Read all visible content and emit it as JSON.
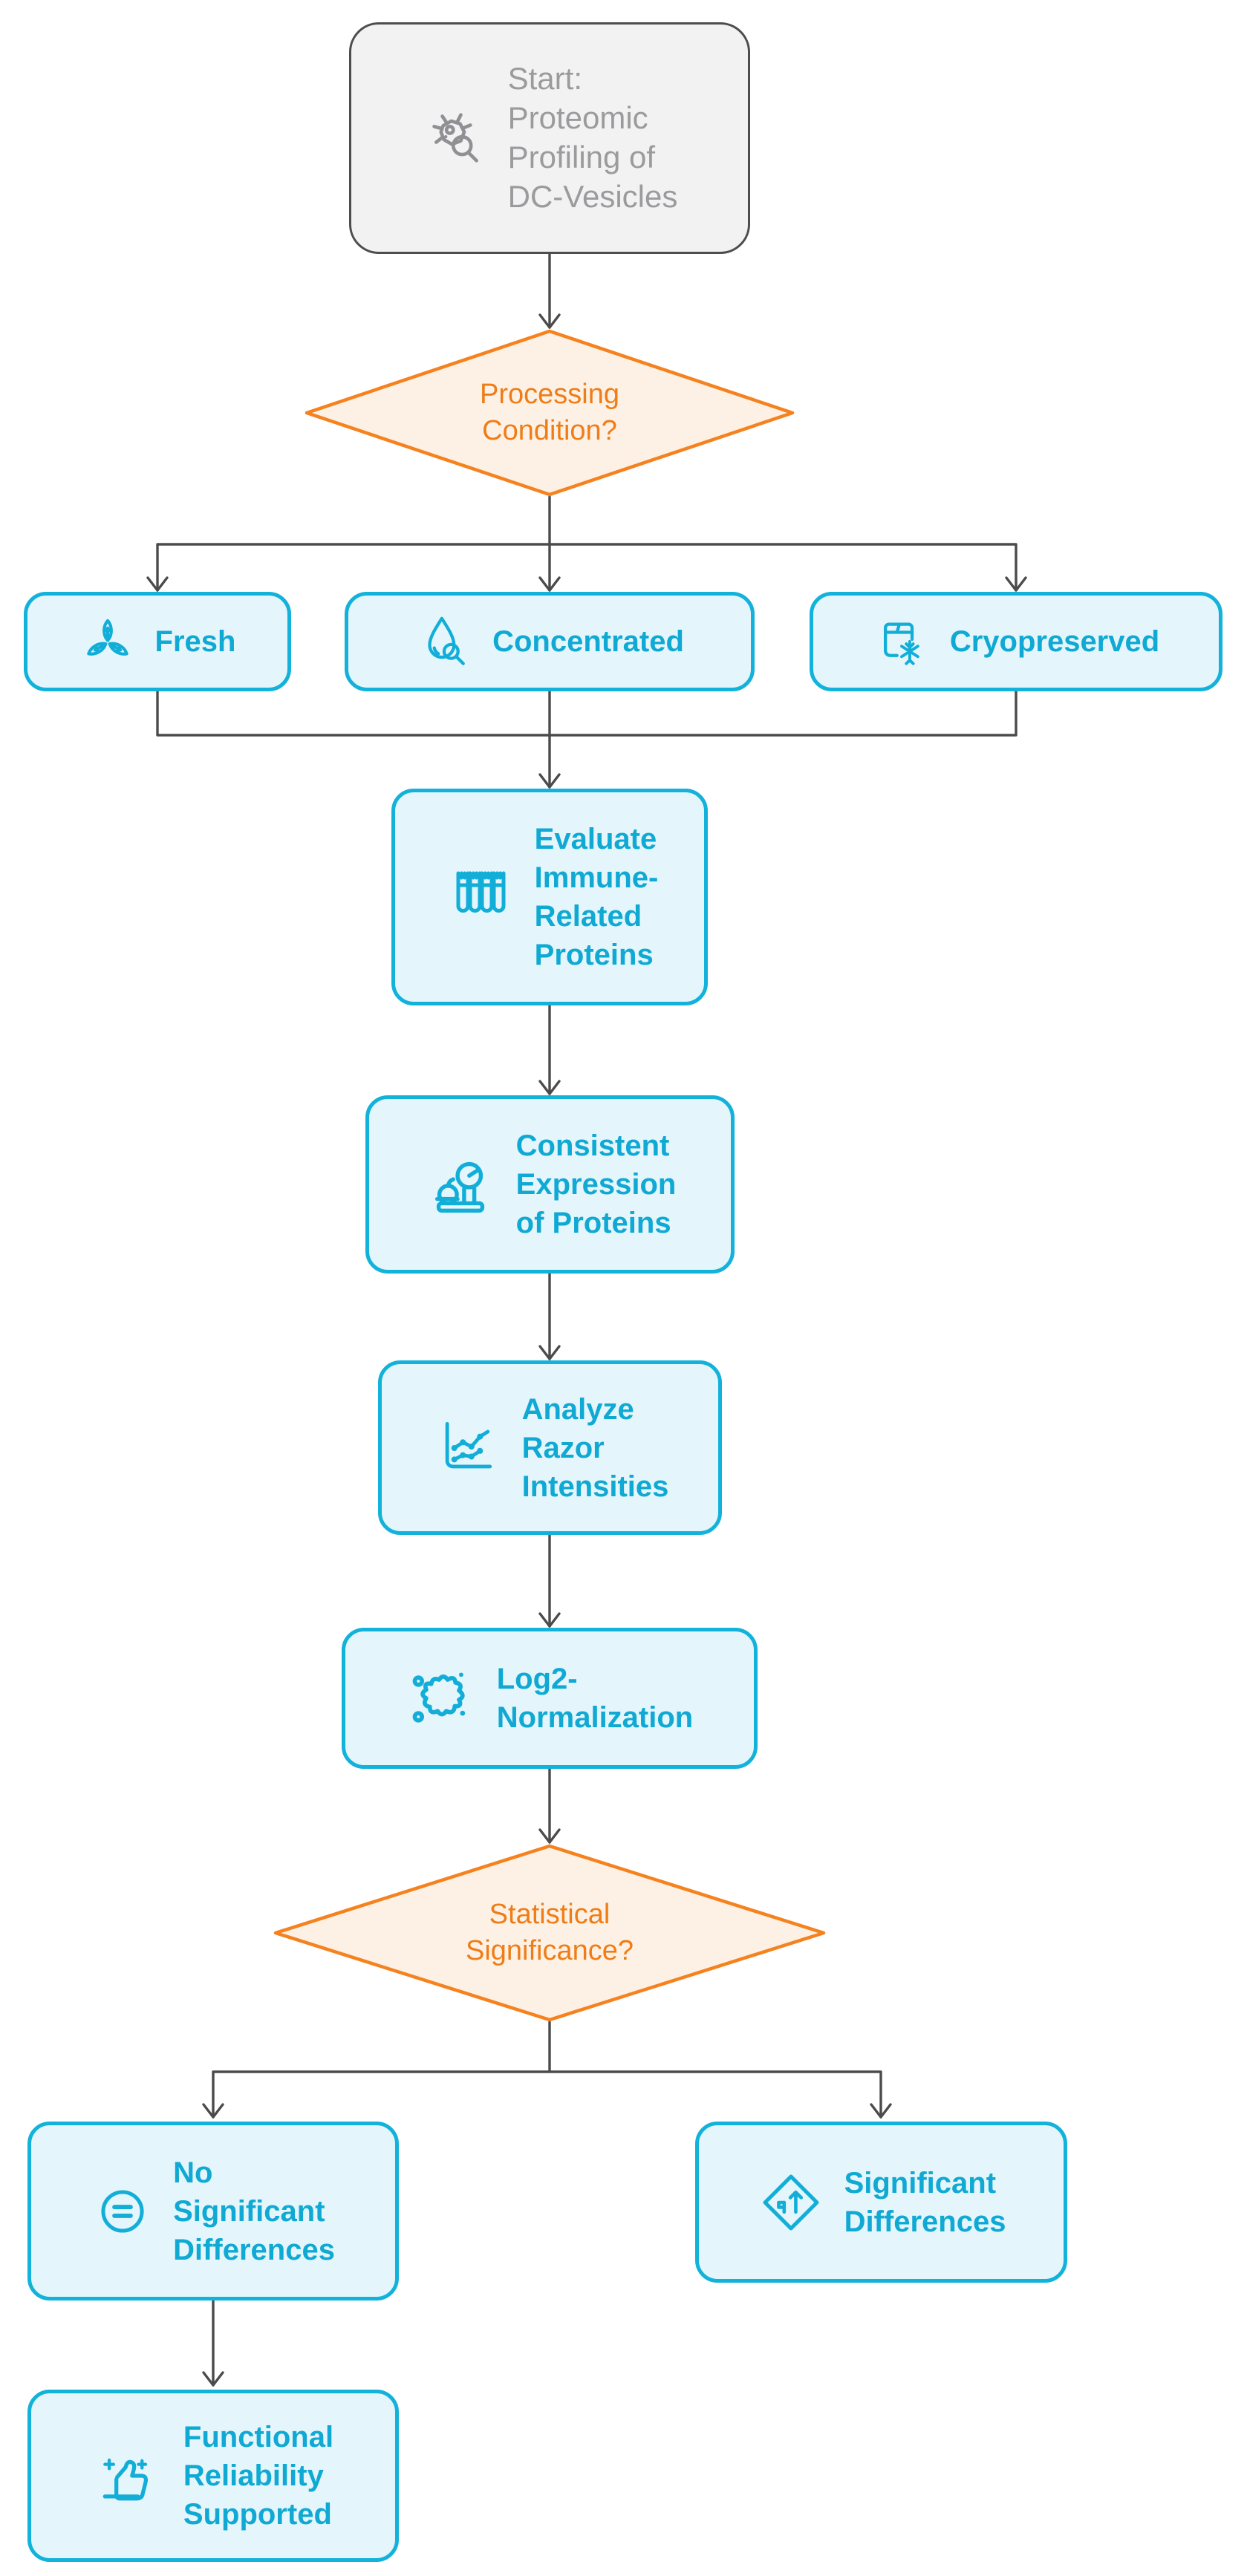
{
  "flowchart": {
    "nodes": {
      "start": {
        "kind": "start",
        "label": "Start:\nProteomic\nProfiling of\nDC-Vesicles",
        "icon": "microbe-magnifier-icon"
      },
      "processing_condition": {
        "kind": "decision",
        "label": "Processing\nCondition?"
      },
      "fresh": {
        "kind": "process",
        "label": "Fresh",
        "icon": "leaves-icon"
      },
      "concentrated": {
        "kind": "process",
        "label": "Concentrated",
        "icon": "droplet-magnifier-icon"
      },
      "cryopreserved": {
        "kind": "process",
        "label": "Cryopreserved",
        "icon": "freezer-snowflake-icon"
      },
      "evaluate_immune": {
        "kind": "process",
        "label": "Evaluate\nImmune-\nRelated\nProteins",
        "icon": "test-tubes-icon"
      },
      "consistent_expression": {
        "kind": "process",
        "label": "Consistent\nExpression\nof Proteins",
        "icon": "scale-icon"
      },
      "analyze_razor": {
        "kind": "process",
        "label": "Analyze\nRazor\nIntensities",
        "icon": "line-chart-icon"
      },
      "log2_normalization": {
        "kind": "process",
        "label": "Log2-\nNormalization",
        "icon": "splat-icon"
      },
      "statistical_significance": {
        "kind": "decision",
        "label": "Statistical\nSignificance?"
      },
      "no_significant_differences": {
        "kind": "process",
        "label": "No\nSignificant\nDifferences",
        "icon": "equals-circle-icon"
      },
      "significant_differences": {
        "kind": "process",
        "label": "Significant\nDifferences",
        "icon": "trend-diamond-icon"
      },
      "functional_reliability": {
        "kind": "process",
        "label": "Functional\nReliability\nSupported",
        "icon": "thumbs-up-sparkles-icon"
      }
    },
    "edges": [
      {
        "from": "start",
        "to": "processing_condition"
      },
      {
        "from": "processing_condition",
        "to": "fresh"
      },
      {
        "from": "processing_condition",
        "to": "concentrated"
      },
      {
        "from": "processing_condition",
        "to": "cryopreserved"
      },
      {
        "from": "fresh",
        "to": "evaluate_immune"
      },
      {
        "from": "concentrated",
        "to": "evaluate_immune"
      },
      {
        "from": "cryopreserved",
        "to": "evaluate_immune"
      },
      {
        "from": "evaluate_immune",
        "to": "consistent_expression"
      },
      {
        "from": "consistent_expression",
        "to": "analyze_razor"
      },
      {
        "from": "analyze_razor",
        "to": "log2_normalization"
      },
      {
        "from": "log2_normalization",
        "to": "statistical_significance"
      },
      {
        "from": "statistical_significance",
        "to": "no_significant_differences"
      },
      {
        "from": "statistical_significance",
        "to": "significant_differences"
      },
      {
        "from": "no_significant_differences",
        "to": "functional_reliability"
      }
    ],
    "colors": {
      "process_border": "#12b2da",
      "process_fill": "#e4f6fc",
      "process_text": "#0fa9d4",
      "decision_border": "#f5821f",
      "decision_fill": "#fdf1e5",
      "decision_text": "#ef7d17",
      "start_fill": "#f2f2f2",
      "start_border": "#4d4d4d",
      "start_text": "#9b9b9d",
      "connector": "#4b4b4b"
    }
  }
}
